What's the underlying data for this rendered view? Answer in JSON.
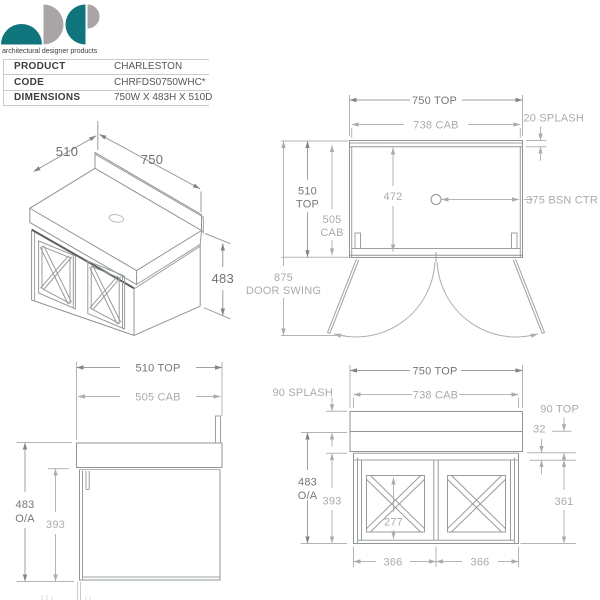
{
  "logo": {
    "tagline": "architectural designer products",
    "teal_color": "#10747d",
    "gray_color": "#a9a5a7"
  },
  "table": {
    "rows": [
      {
        "label": "PRODUCT",
        "value": "CHARLESTON"
      },
      {
        "label": "CODE",
        "value": "CHRFDS0750WHC*"
      },
      {
        "label": "DIMENSIONS",
        "value": "750W X 483H X 510D"
      }
    ]
  },
  "views": {
    "iso": {
      "depth": "510",
      "width": "750",
      "height": "483"
    },
    "plan": {
      "top_width": "750 TOP",
      "cab_width": "738 CAB",
      "splash": "20 SPLASH",
      "top_depth_line1": "510",
      "top_depth_line2": "TOP",
      "cab_depth_line1": "505",
      "cab_depth_line2": "CAB",
      "interior_depth": "472",
      "basin_center": "375 BSN CTR",
      "door_swing_line1": "875",
      "door_swing_line2": "DOOR SWING"
    },
    "side": {
      "top_depth": "510 TOP",
      "cab_depth": "505 CAB",
      "overall_line1": "483",
      "overall_line2": "O/A",
      "cab_height": "393"
    },
    "front": {
      "top_width": "750 TOP",
      "cab_width": "738 CAB",
      "splash_height": "90 SPLASH",
      "top_height": "90 TOP",
      "reveal": "32",
      "overall_line1": "483",
      "overall_line2": "O/A",
      "cab_height": "393",
      "door_height": "361",
      "door_panel": "277",
      "door_width_left": "366",
      "door_width_right": "366"
    }
  }
}
